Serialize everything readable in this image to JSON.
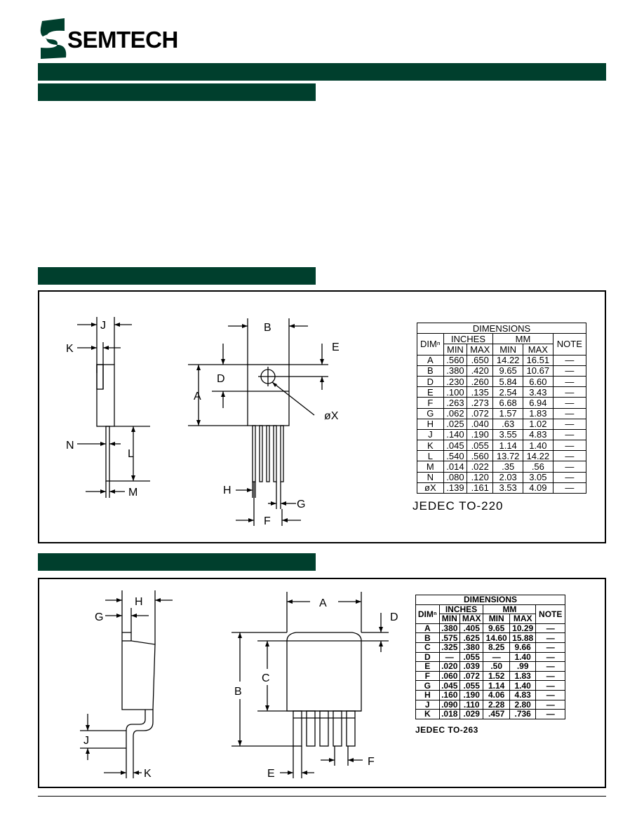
{
  "brand": {
    "name": "SEMTECH",
    "color": "#003f2d"
  },
  "colors": {
    "header_bar": "#003f2d",
    "line": "#000000"
  },
  "to220": {
    "labels": {
      "J": "J",
      "K": "K",
      "N": "N",
      "L": "L",
      "M": "M",
      "B": "B",
      "E": "E",
      "D": "D",
      "A": "A",
      "X": "øX",
      "H": "H",
      "G": "G",
      "F": "F"
    },
    "table": {
      "title": "DIMENSIONS",
      "group_inches": "INCHES",
      "group_mm": "MM",
      "dim_header": "DIMⁿ",
      "note_header": "NOTE",
      "min": "MIN",
      "max": "MAX",
      "rows": [
        {
          "dim": "A",
          "in_min": ".560",
          "in_max": ".650",
          "mm_min": "14.22",
          "mm_max": "16.51",
          "note": "—"
        },
        {
          "dim": "B",
          "in_min": ".380",
          "in_max": ".420",
          "mm_min": "9.65",
          "mm_max": "10.67",
          "note": "—"
        },
        {
          "dim": "D",
          "in_min": ".230",
          "in_max": ".260",
          "mm_min": "5.84",
          "mm_max": "6.60",
          "note": "—"
        },
        {
          "dim": "E",
          "in_min": ".100",
          "in_max": ".135",
          "mm_min": "2.54",
          "mm_max": "3.43",
          "note": "—"
        },
        {
          "dim": "F",
          "in_min": ".263",
          "in_max": ".273",
          "mm_min": "6.68",
          "mm_max": "6.94",
          "note": "—"
        },
        {
          "dim": "G",
          "in_min": ".062",
          "in_max": ".072",
          "mm_min": "1.57",
          "mm_max": "1.83",
          "note": "—"
        },
        {
          "dim": "H",
          "in_min": ".025",
          "in_max": ".040",
          "mm_min": ".63",
          "mm_max": "1.02",
          "note": "—"
        },
        {
          "dim": "J",
          "in_min": ".140",
          "in_max": ".190",
          "mm_min": "3.55",
          "mm_max": "4.83",
          "note": "—"
        },
        {
          "dim": "K",
          "in_min": ".045",
          "in_max": ".055",
          "mm_min": "1.14",
          "mm_max": "1.40",
          "note": "—"
        },
        {
          "dim": "L",
          "in_min": ".540",
          "in_max": ".560",
          "mm_min": "13.72",
          "mm_max": "14.22",
          "note": "—"
        },
        {
          "dim": "M",
          "in_min": ".014",
          "in_max": ".022",
          "mm_min": ".35",
          "mm_max": ".56",
          "note": "—"
        },
        {
          "dim": "N",
          "in_min": ".080",
          "in_max": ".120",
          "mm_min": "2.03",
          "mm_max": "3.05",
          "note": "—"
        },
        {
          "dim": "øX",
          "in_min": ".139",
          "in_max": ".161",
          "mm_min": "3.53",
          "mm_max": "4.09",
          "note": "—"
        }
      ]
    },
    "jedec": "JEDEC  TO-220"
  },
  "to263": {
    "labels": {
      "H": "H",
      "G": "G",
      "J": "J",
      "K": "K",
      "A": "A",
      "D": "D",
      "B": "B",
      "C": "C",
      "E": "E",
      "F": "F"
    },
    "table": {
      "title": "DIMENSIONS",
      "group_inches": "INCHES",
      "group_mm": "MM",
      "dim_header": "DIMⁿ",
      "note_header": "NOTE",
      "min": "MIN",
      "max": "MAX",
      "rows": [
        {
          "dim": "A",
          "in_min": ".380",
          "in_max": ".405",
          "mm_min": "9.65",
          "mm_max": "10.29",
          "note": "—"
        },
        {
          "dim": "B",
          "in_min": ".575",
          "in_max": ".625",
          "mm_min": "14.60",
          "mm_max": "15.88",
          "note": "—"
        },
        {
          "dim": "C",
          "in_min": ".325",
          "in_max": ".380",
          "mm_min": "8.25",
          "mm_max": "9.66",
          "note": "—"
        },
        {
          "dim": "D",
          "in_min": "—",
          "in_max": ".055",
          "mm_min": "—",
          "mm_max": "1.40",
          "note": "—"
        },
        {
          "dim": "E",
          "in_min": ".020",
          "in_max": ".039",
          "mm_min": ".50",
          "mm_max": ".99",
          "note": "—"
        },
        {
          "dim": "F",
          "in_min": ".060",
          "in_max": ".072",
          "mm_min": "1.52",
          "mm_max": "1.83",
          "note": "—"
        },
        {
          "dim": "G",
          "in_min": ".045",
          "in_max": ".055",
          "mm_min": "1.14",
          "mm_max": "1.40",
          "note": "—"
        },
        {
          "dim": "H",
          "in_min": ".160",
          "in_max": ".190",
          "mm_min": "4.06",
          "mm_max": "4.83",
          "note": "—"
        },
        {
          "dim": "J",
          "in_min": ".090",
          "in_max": ".110",
          "mm_min": "2.28",
          "mm_max": "2.80",
          "note": "—"
        },
        {
          "dim": "K",
          "in_min": ".018",
          "in_max": ".029",
          "mm_min": ".457",
          "mm_max": ".736",
          "note": "—"
        }
      ]
    },
    "jedec": "JEDEC  TO-263"
  }
}
